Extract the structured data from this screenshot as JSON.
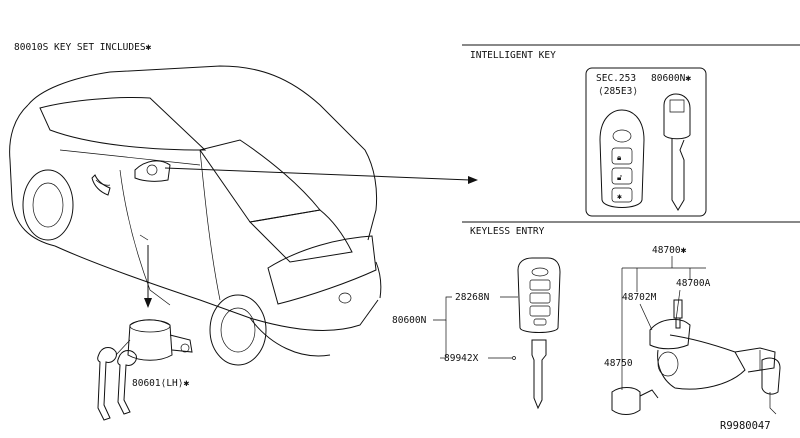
{
  "header": {
    "key_set_note": "80010S KEY SET INCLUDES✱"
  },
  "sections": {
    "intelligent_key": "INTELLIGENT KEY",
    "keyless_entry": "KEYLESS ENTRY"
  },
  "labels": {
    "sec_253": "SEC.253",
    "sec_253_sub": "⟨285E3⟩",
    "p80600N_star": "80600N✱",
    "p80601": "80601⟨LH⟩✱",
    "p80600N": "80600N",
    "p28268N": "28268N",
    "p89942X": "89942X",
    "p48700": "48700✱",
    "p48700A": "48700A",
    "p48702M": "48702M",
    "p48750": "48750"
  },
  "footer": {
    "ref_code": "R9980047"
  }
}
